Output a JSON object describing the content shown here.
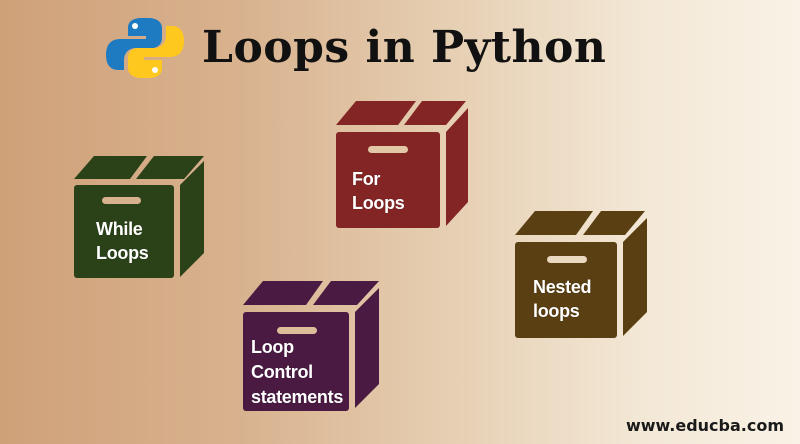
{
  "header": {
    "logo_icon": "python-logo-icon",
    "title": "Loops in Python"
  },
  "colors": {
    "background_left": "#CFA179",
    "background_right": "#F9F2E6",
    "python_blue": "#1F7BC1",
    "python_yellow": "#FFC81F",
    "while_box": "#2B4219",
    "for_box": "#832525",
    "nested_box": "#5A3F12",
    "control_box": "#4A1A42"
  },
  "boxes": [
    {
      "id": "while",
      "icon": "box-icon",
      "line1": "While",
      "line2": "Loops",
      "line3": ""
    },
    {
      "id": "for",
      "icon": "box-icon",
      "line1": "For",
      "line2": "Loops",
      "line3": ""
    },
    {
      "id": "nested",
      "icon": "box-icon",
      "line1": "Nested",
      "line2": "loops",
      "line3": ""
    },
    {
      "id": "control",
      "icon": "box-icon",
      "line1": "Loop",
      "line2": "Control",
      "line3": "statements"
    }
  ],
  "footer": {
    "website": "www.educba.com"
  }
}
